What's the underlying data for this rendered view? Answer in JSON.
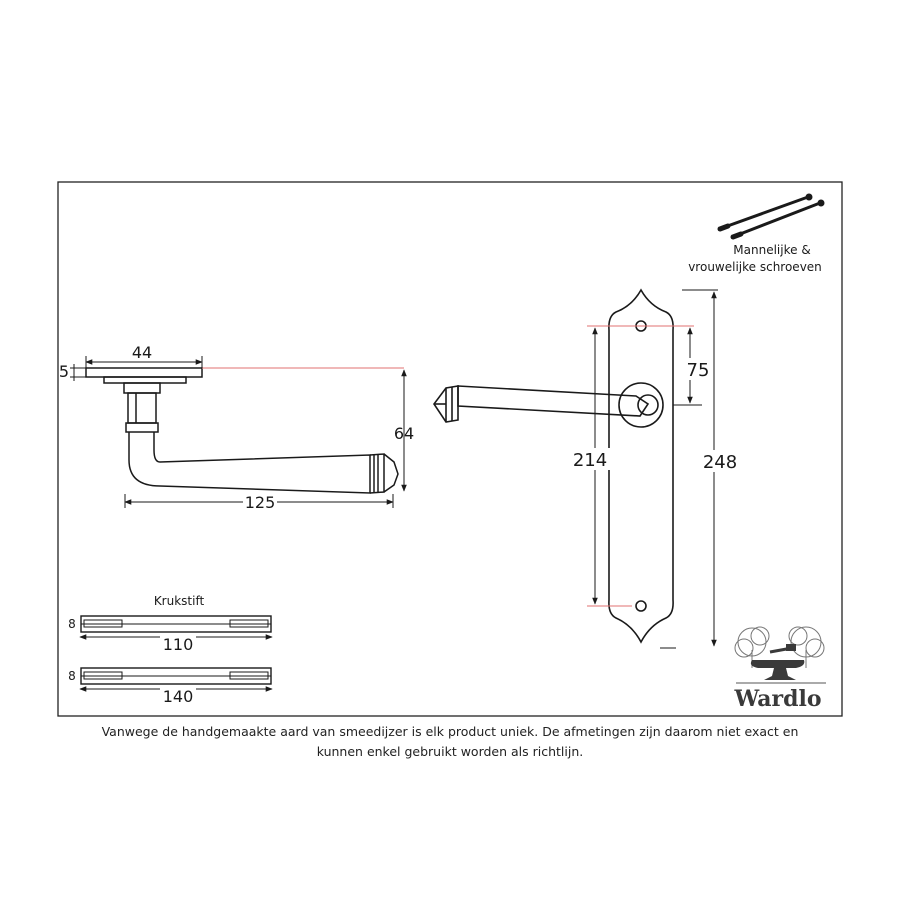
{
  "dimensions": {
    "rose_width": "44",
    "rose_thickness": "5",
    "lever_height": "64",
    "lever_length": "125",
    "fixing_centres": "214",
    "spindle_to_top_hole": "75",
    "plate_height": "248"
  },
  "screws": {
    "label_line1": "Mannelijke &",
    "label_line2": "vrouwelijke schroeven"
  },
  "spindles": {
    "title": "Krukstift",
    "items": [
      {
        "thickness": "8",
        "length": "110"
      },
      {
        "thickness": "8",
        "length": "140"
      }
    ]
  },
  "brand": {
    "name": "Wardlo"
  },
  "disclaimer": {
    "line1": "Vanwege de handgemaakte aard van smeedijzer is elk product uniek. De afmetingen zijn daarom niet exact en",
    "line2": "kunnen enkel gebruikt worden als richtlijn."
  },
  "colors": {
    "line": "#1a1a1a",
    "reference_line": "#e07070",
    "frame": "#222222"
  }
}
